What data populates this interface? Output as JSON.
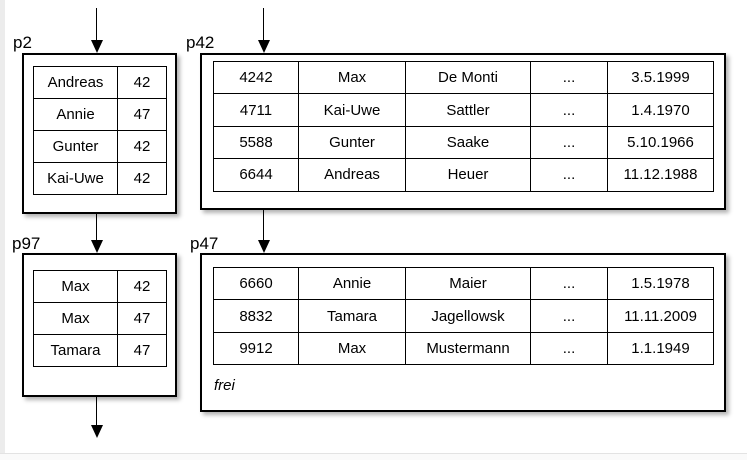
{
  "pages": {
    "p2": {
      "label": "p2",
      "rows": [
        [
          "Andreas",
          "42"
        ],
        [
          "Annie",
          "47"
        ],
        [
          "Gunter",
          "42"
        ],
        [
          "Kai-Uwe",
          "42"
        ]
      ]
    },
    "p42": {
      "label": "p42",
      "rows": [
        [
          "4242",
          "Max",
          "De Monti",
          "...",
          "3.5.1999"
        ],
        [
          "4711",
          "Kai-Uwe",
          "Sattler",
          "...",
          "1.4.1970"
        ],
        [
          "5588",
          "Gunter",
          "Saake",
          "...",
          "5.10.1966"
        ],
        [
          "6644",
          "Andreas",
          "Heuer",
          "...",
          "11.12.1988"
        ]
      ]
    },
    "p97": {
      "label": "p97",
      "rows": [
        [
          "Max",
          "42"
        ],
        [
          "Max",
          "47"
        ],
        [
          "Tamara",
          "47"
        ]
      ]
    },
    "p47": {
      "label": "p47",
      "rows": [
        [
          "6660",
          "Annie",
          "Maier",
          "...",
          "1.5.1978"
        ],
        [
          "8832",
          "Tamara",
          "Jagellowsk",
          "...",
          "11.11.2009"
        ],
        [
          "9912",
          "Max",
          "Mustermann",
          "...",
          "1.1.1949"
        ]
      ],
      "free_label": "frei"
    }
  },
  "arrows": [
    {
      "from": "above",
      "to": "p2"
    },
    {
      "from": "above",
      "to": "p42"
    },
    {
      "from": "p2",
      "to": "p97"
    },
    {
      "from": "p42",
      "to": "p47"
    },
    {
      "from": "p97",
      "to": "below"
    }
  ],
  "colors": {
    "line": "#000000",
    "box_background": "#ffffff",
    "canvas_background": "#ffffff",
    "page_edge": "#ececec"
  }
}
